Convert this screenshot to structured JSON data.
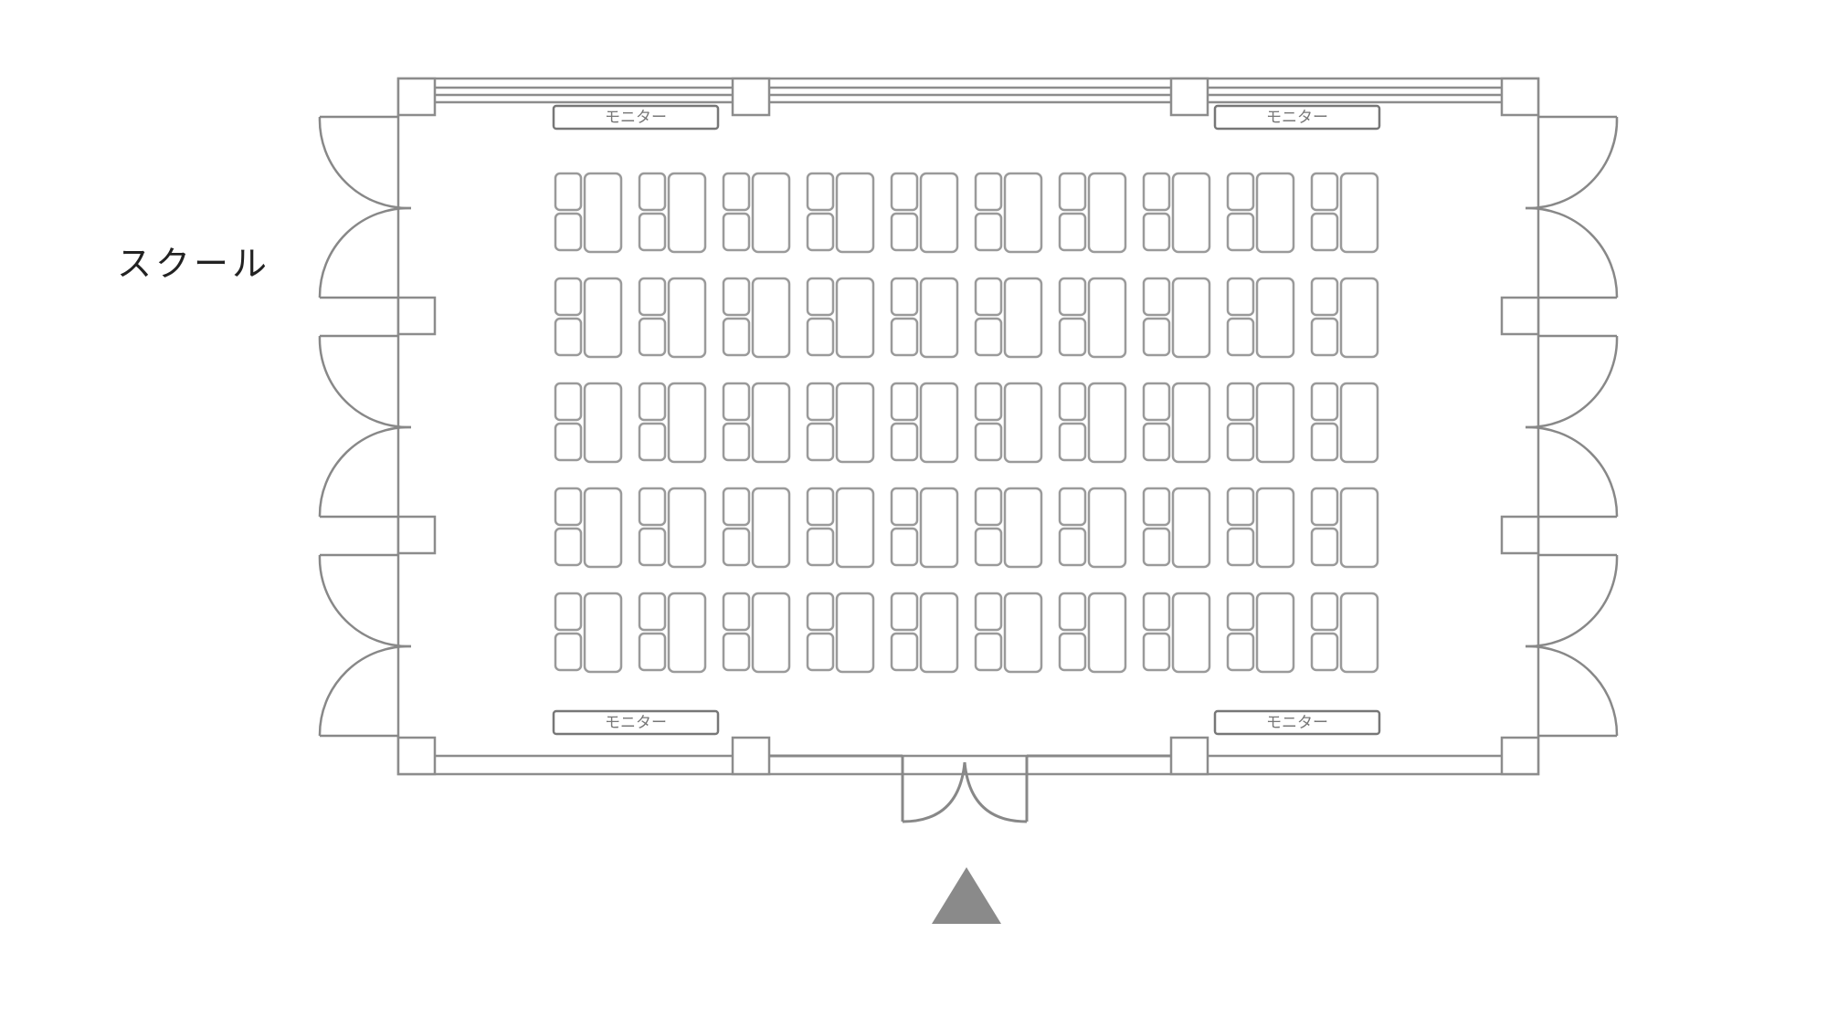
{
  "layout_label": "スクール",
  "monitor_label": "モニター",
  "seating": {
    "rows": 5,
    "columns": 10
  },
  "colors": {
    "line": "#9a9a9a",
    "wall": "#8c8c8c",
    "door": "#888888",
    "entrance_arrow": "#8a8a8a",
    "label": "#222222"
  },
  "icons": {
    "entrance": "triangle-arrow-icon",
    "monitor": "monitor-icon"
  }
}
